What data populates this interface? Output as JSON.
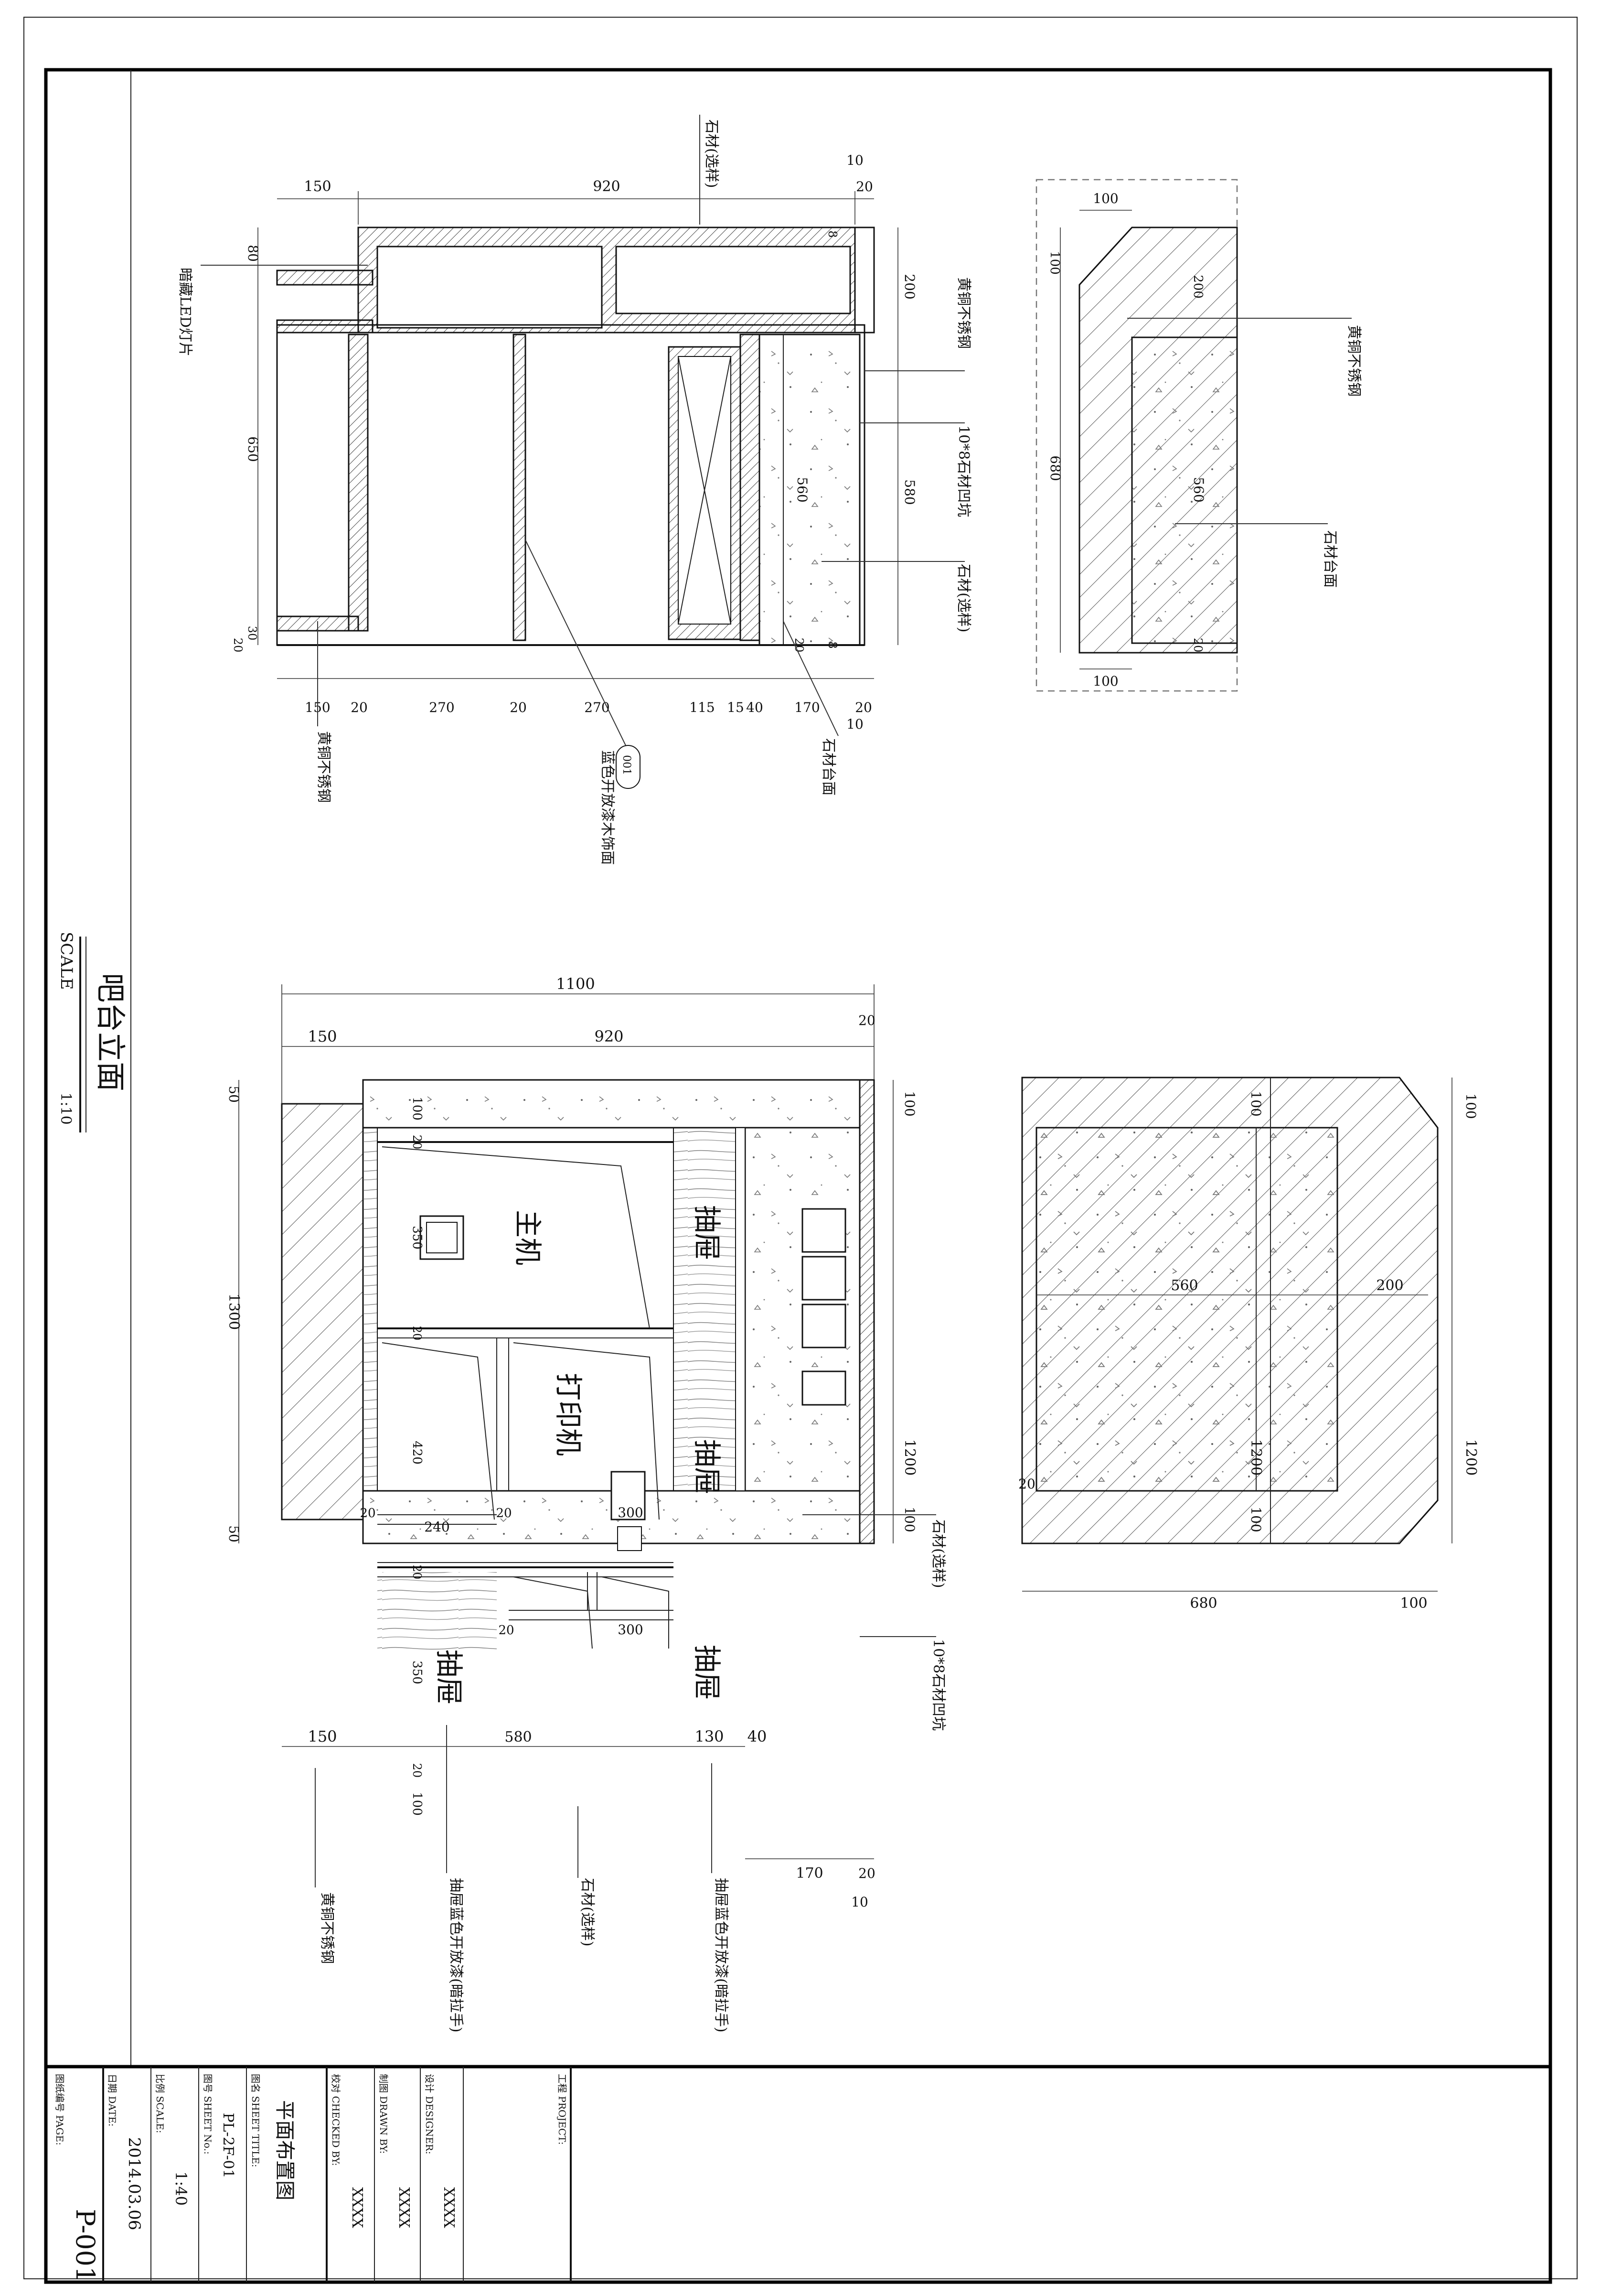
{
  "drawing": {
    "title": "吧台立面",
    "scale_label": "SCALE",
    "scale_value": "1:10"
  },
  "plan_view": {
    "top_dims": [
      "150",
      "920",
      "10",
      "20"
    ],
    "left_dims": [
      "80",
      "650",
      "30",
      "20"
    ],
    "right_dims": [
      "200",
      "580",
      "8",
      "8"
    ],
    "inner_dims": [
      "560",
      "20",
      "8"
    ],
    "bottom_dims": [
      "150",
      "20",
      "270",
      "20",
      "270",
      "115",
      "15",
      "40",
      "170",
      "20",
      "10"
    ],
    "labels": {
      "top_material": "石材(选样)",
      "left_light": "暗藏LED灯片",
      "right_steel": "黄铜不锈钢",
      "right_groove": "10*8石材凹坑",
      "right_stone": "石材(选样)",
      "bottom_steel": "黄铜不锈钢",
      "bottom_paint": "蓝色开放漆木饰面",
      "bottom_counter": "石材台面",
      "tag": "001"
    }
  },
  "section_view": {
    "dims": [
      "100",
      "100",
      "200",
      "680",
      "560",
      "20",
      "100"
    ],
    "labels": {
      "steel": "黄铜不锈钢",
      "counter": "石材台面"
    }
  },
  "elevation_view": {
    "top_dims": [
      "1100",
      "20",
      "150",
      "920"
    ],
    "left_dims": [
      "50",
      "1300",
      "50"
    ],
    "right_dims": [
      "100",
      "1200",
      "100"
    ],
    "inner_dims": [
      "100",
      "20",
      "350",
      "20",
      "420",
      "20",
      "20",
      "240",
      "300",
      "20",
      "20",
      "300",
      "350",
      "20",
      "100",
      "150",
      "580",
      "130",
      "40"
    ],
    "bottom_dims": [
      "170",
      "20",
      "10"
    ],
    "labels": {
      "host": "主机",
      "printer": "打印机",
      "drawer_1": "抽屉",
      "drawer_2": "抽屉",
      "drawer_3": "抽屉",
      "drawer_4": "抽屉",
      "stone_select": "石材(选样)",
      "groove": "10*8石材凹坑",
      "steel": "黄铜不锈钢",
      "drawer_paint_a": "抽屉蓝色开放漆(暗拉手)",
      "stone_bottom": "石材(选样)",
      "drawer_paint_b": "抽屉蓝色开放漆(暗拉手)"
    }
  },
  "side_view": {
    "dims": [
      "100",
      "560",
      "200",
      "1200",
      "1200",
      "100",
      "20",
      "100",
      "680",
      "100"
    ]
  },
  "title_block": {
    "sheet_no_label": "图纸编号 PAGE:",
    "sheet_no": "P-001",
    "date_label": "日期 DATE:",
    "date": "2014.03.06",
    "scale_label": "比例 SCALE:",
    "scale": "1:40",
    "drawing_no_label": "图号 SHEET No.:",
    "drawing_no": "PL-2F-01",
    "sheet_title_label": "图名 SHEET TITLE:",
    "sheet_title": "平面布置图",
    "checked_label": "校对 CHECKED BY:",
    "checked": "XXXX",
    "drawn_label": "制图 DRAWN BY:",
    "drawn": "XXXX",
    "design_label": "设计 DESIGNER:",
    "design": "XXXX",
    "project_label": "工程 PROJECT:"
  }
}
